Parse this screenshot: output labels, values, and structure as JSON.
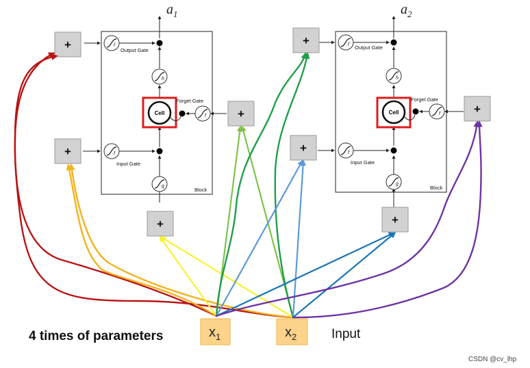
{
  "outputs": [
    {
      "symbol": "a",
      "subscript": "1"
    },
    {
      "symbol": "a",
      "subscript": "2"
    }
  ],
  "inputs": [
    {
      "symbol": "x",
      "subscript": "1"
    },
    {
      "symbol": "x",
      "subscript": "2"
    }
  ],
  "block": {
    "label": "Block",
    "cell_label": "Cell",
    "output_gate": "Output Gate",
    "input_gate": "Input Gate",
    "forget_gate": "Forget Gate",
    "gate_symbols": {
      "output": "f",
      "input": "f",
      "forget": "f",
      "candidate": "g",
      "cell_out": "h"
    }
  },
  "plus_symbol": "+",
  "caption": "4 times of parameters",
  "input_label": "Input",
  "credit": "CSDN @cv_lhp",
  "colors": {
    "output_gate_wires": "#b81414",
    "input_gate_wires": "#f2b31c",
    "candidate_wires": "#f7f233",
    "forget_gate_wires": "#7fc24a",
    "output_gate_wires_2": "#1f9e4b",
    "input_gate_wires_2": "#5b9ad6",
    "candidate_wires_2": "#1874b8",
    "forget_gate_wires_2": "#6c35a3",
    "cell_highlight": "#e01b1b",
    "input_box": "#fcd38a"
  }
}
